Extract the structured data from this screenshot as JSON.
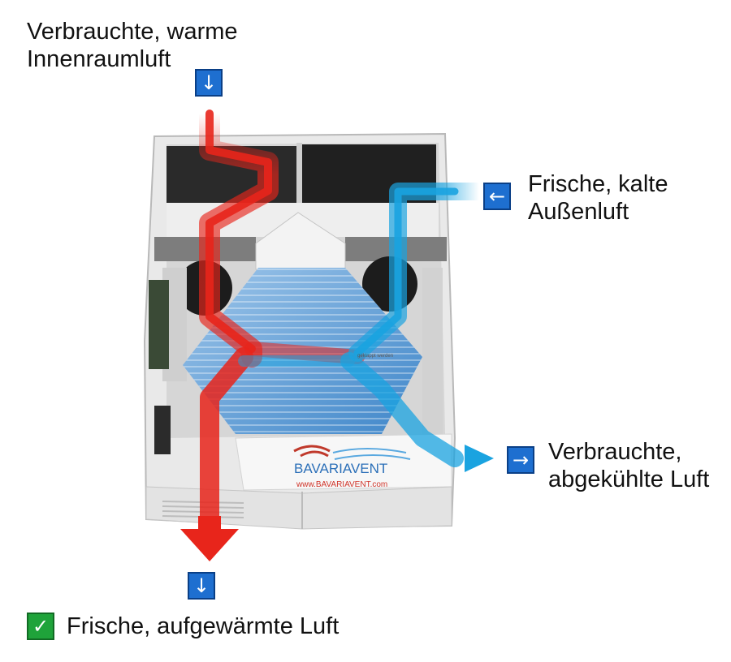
{
  "labels": {
    "exhaust_in": [
      "Verbrauchte, warme",
      "Innenraumluft"
    ],
    "fresh_in": [
      "Frische, kalte",
      "Außenluft"
    ],
    "exhaust_out": [
      "Verbrauchte,",
      "abgekühlte Luft"
    ],
    "supply_out": "Frische, aufgewärmte Luft"
  },
  "badges": {
    "exhaust_in": "↓",
    "fresh_in": "←",
    "exhaust_out": "→",
    "supply_out": "↓",
    "supply_check": "✓"
  },
  "device": {
    "brand": "BAVARIAVENT",
    "url": "www.BAVARIAVENT.com",
    "sticker": "geklappt werden"
  },
  "colors": {
    "warm_flow": "#e8251b",
    "cold_flow": "#1aa3e0",
    "badge_blue": "#1e6fd0",
    "check_green": "#1fa33a"
  }
}
